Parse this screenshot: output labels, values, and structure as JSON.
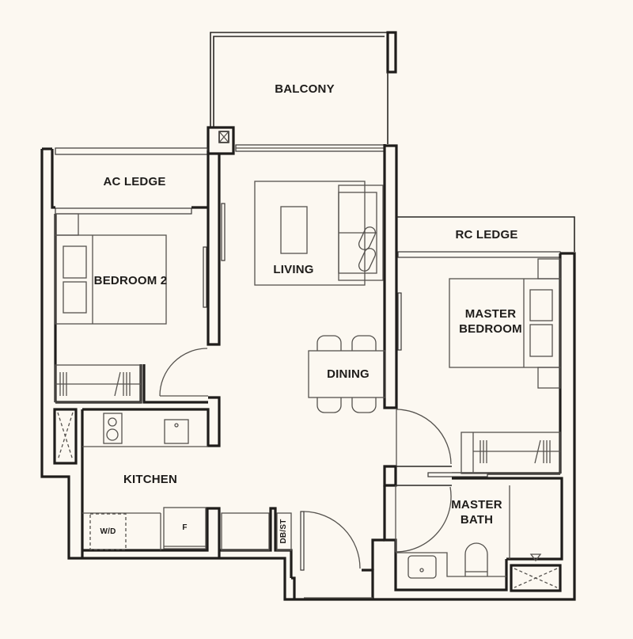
{
  "plan": {
    "type": "two-bedroom apartment floor plan",
    "background_color": "#fcf8f1",
    "wall_color": "#1f1d1b",
    "rooms": {
      "balcony": {
        "label": "BALCONY"
      },
      "ac_ledge": {
        "label": "AC LEDGE"
      },
      "bedroom2": {
        "label": "BEDROOM 2"
      },
      "living": {
        "label": "LIVING"
      },
      "rc_ledge": {
        "label": "RC LEDGE"
      },
      "master_bedroom": {
        "label": "MASTER\nBEDROOM"
      },
      "dining": {
        "label": "DINING"
      },
      "kitchen": {
        "label": "KITCHEN"
      },
      "master_bath": {
        "label": "MASTER\nBATH"
      }
    },
    "fixtures": {
      "washer_dryer": {
        "label": "W/D"
      },
      "fridge": {
        "label": "F"
      },
      "db_st": {
        "label": "DB/ST"
      }
    }
  }
}
